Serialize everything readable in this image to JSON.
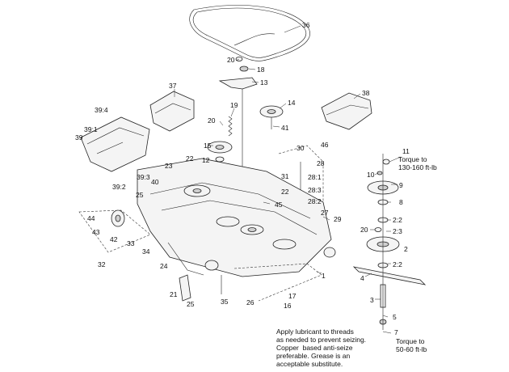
{
  "callouts": [
    {
      "id": "c36",
      "text": "36"
    },
    {
      "id": "c20a",
      "text": "20"
    },
    {
      "id": "c18",
      "text": "18"
    },
    {
      "id": "c13",
      "text": "13"
    },
    {
      "id": "c37",
      "text": "37"
    },
    {
      "id": "c38",
      "text": "38"
    },
    {
      "id": "c14",
      "text": "14"
    },
    {
      "id": "c19",
      "text": "19"
    },
    {
      "id": "c39_4",
      "text": "39:4"
    },
    {
      "id": "c39_1",
      "text": "39:1"
    },
    {
      "id": "c39",
      "text": "39"
    },
    {
      "id": "c20b",
      "text": "20"
    },
    {
      "id": "c41",
      "text": "41"
    },
    {
      "id": "c15",
      "text": "15"
    },
    {
      "id": "c30",
      "text": "30"
    },
    {
      "id": "c46",
      "text": "46"
    },
    {
      "id": "c11",
      "text": "11"
    },
    {
      "id": "c22a",
      "text": "22"
    },
    {
      "id": "c12",
      "text": "12"
    },
    {
      "id": "c23",
      "text": "23"
    },
    {
      "id": "c28",
      "text": "28"
    },
    {
      "id": "c10",
      "text": "10"
    },
    {
      "id": "c31",
      "text": "31"
    },
    {
      "id": "c28_1",
      "text": "28:1"
    },
    {
      "id": "c39_3",
      "text": "39:3"
    },
    {
      "id": "c40",
      "text": "40"
    },
    {
      "id": "c9",
      "text": "9"
    },
    {
      "id": "c39_2",
      "text": "39:2"
    },
    {
      "id": "c28_3",
      "text": "28:3"
    },
    {
      "id": "c22b",
      "text": "22"
    },
    {
      "id": "c25a",
      "text": "25"
    },
    {
      "id": "c8",
      "text": "8"
    },
    {
      "id": "c28_2",
      "text": "28:2"
    },
    {
      "id": "c45",
      "text": "45"
    },
    {
      "id": "c27",
      "text": "27"
    },
    {
      "id": "c29",
      "text": "29"
    },
    {
      "id": "c44",
      "text": "44"
    },
    {
      "id": "c2_2a",
      "text": "2:2"
    },
    {
      "id": "c43",
      "text": "43"
    },
    {
      "id": "c20c",
      "text": "20"
    },
    {
      "id": "c2_3",
      "text": "2:3"
    },
    {
      "id": "c42",
      "text": "42"
    },
    {
      "id": "c33",
      "text": "33"
    },
    {
      "id": "c2",
      "text": "2"
    },
    {
      "id": "c34",
      "text": "34"
    },
    {
      "id": "c32",
      "text": "32"
    },
    {
      "id": "c24",
      "text": "24"
    },
    {
      "id": "c2_2b",
      "text": "2:2"
    },
    {
      "id": "c1",
      "text": "1"
    },
    {
      "id": "c4",
      "text": "4"
    },
    {
      "id": "c21",
      "text": "21"
    },
    {
      "id": "c17",
      "text": "17"
    },
    {
      "id": "c3",
      "text": "3"
    },
    {
      "id": "c35",
      "text": "35"
    },
    {
      "id": "c26",
      "text": "26"
    },
    {
      "id": "c25b",
      "text": "25"
    },
    {
      "id": "c16",
      "text": "16"
    },
    {
      "id": "c5",
      "text": "5"
    },
    {
      "id": "c7",
      "text": "7"
    }
  ],
  "notes": {
    "torque_upper": "Torque to\n130-160 ft-lb",
    "torque_lower": "Torque to\n50-60 ft-lb",
    "lubricant": "Apply lubricant to threads\nas needed to prevent seizing.\nCopper  based anti-seize\npreferable. Grease is an\nacceptable substitute."
  }
}
